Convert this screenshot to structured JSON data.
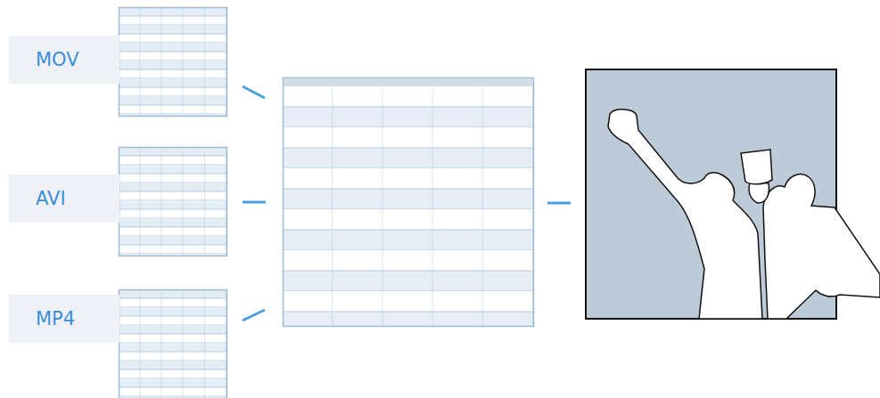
{
  "diagram": {
    "nodes": [
      {
        "text": [
          "MOV"
        ]
      },
      {
        "text": [
          "AVI"
        ]
      },
      {
        "text": [
          "MP4"
        ]
      }
    ]
  }
}
